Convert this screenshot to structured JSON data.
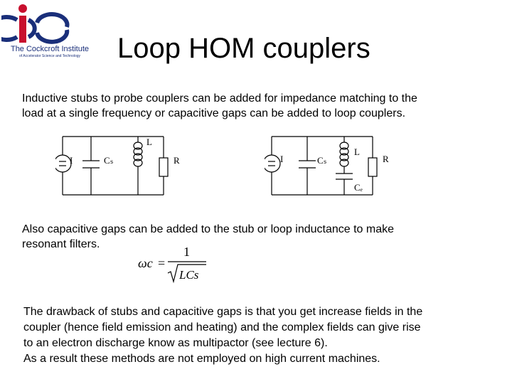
{
  "logo": {
    "name": "The Cockcroft Institute",
    "subtitle": "of Accelerator Science and Technology",
    "colors": {
      "red": "#c8102e",
      "blue": "#1a2f7a"
    }
  },
  "title": "Loop HOM couplers",
  "paragraph1": {
    "lines": [
      "Inductive stubs to probe couplers can be added for impedance matching to the",
      "load at a single frequency or capacitive gaps can be added to loop couplers."
    ]
  },
  "circuit1": {
    "labels": {
      "source": "I",
      "capacitor": "Cₛ",
      "inductor": "L",
      "resistor": "R"
    }
  },
  "circuit2": {
    "labels": {
      "source": "I",
      "capacitor": "Cₛ",
      "inductor": "L",
      "resistor": "R",
      "gap_capacitor": "Cₑ"
    }
  },
  "paragraph2": {
    "lines": [
      "Also capacitive gaps can be added to the stub or loop inductance to make",
      "resonant filters."
    ]
  },
  "formula": {
    "lhs": "ωc",
    "equals": "=",
    "numerator": "1",
    "denominator": "LCs"
  },
  "paragraph3": {
    "lines": [
      "The drawback of stubs and capacitive gaps is that you get increase fields in the",
      "coupler (hence field emission and heating) and the complex fields can give rise",
      "to an electron discharge know as multipactor (see lecture 6).",
      "As a result these methods are not employed on high current machines."
    ]
  }
}
